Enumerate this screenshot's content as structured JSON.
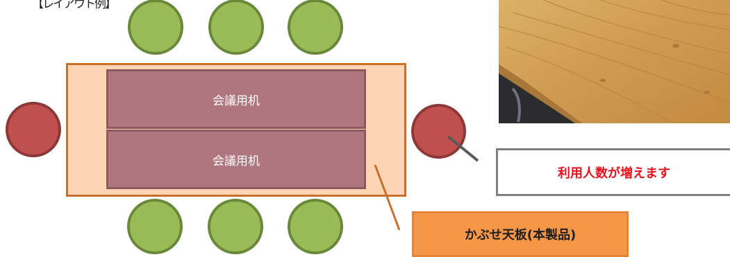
{
  "heading": "【レイアウト例】",
  "tabletop_label": "",
  "desks": [
    {
      "label": "会議用机"
    },
    {
      "label": "会議用机"
    }
  ],
  "callouts": {
    "people_increase": "利用人数が増えます",
    "product": "かぶせ天板(本製品)"
  },
  "photo": {
    "subject": "pine wood table top corner"
  },
  "colors": {
    "chair_green": "#9bbb59",
    "chair_red": "#c0504d",
    "tabletop_fill": "#fcd5b5",
    "tabletop_border": "#c86f2d",
    "desk_fill": "#af777d",
    "callout_red_text": "#e8111d",
    "callout_orange": "#f79646"
  }
}
